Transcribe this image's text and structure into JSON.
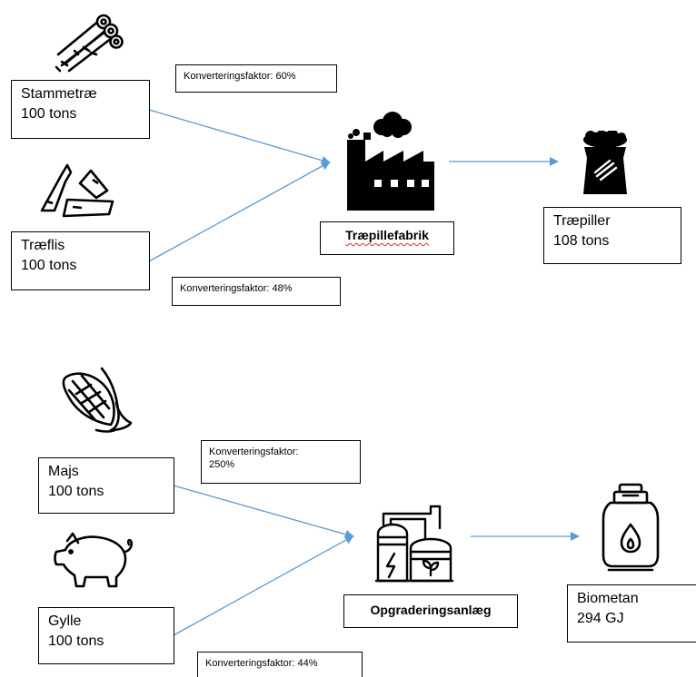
{
  "top": {
    "inputs": [
      {
        "name": "Stammetræ",
        "amount": "100 tons",
        "icon": "logs-icon"
      },
      {
        "name": "Træflis",
        "amount": "100 tons",
        "icon": "wood-chips-icon"
      }
    ],
    "factors": [
      "Konverteringsfaktor: 60%",
      "Konverteringsfaktor: 48%"
    ],
    "plant": {
      "label": "Træpillefabrik",
      "icon": "factory-icon"
    },
    "output": {
      "name": "Træpiller",
      "amount": "108 tons",
      "icon": "pellet-bag-icon"
    }
  },
  "bottom": {
    "inputs": [
      {
        "name": "Majs",
        "amount": "100 tons",
        "icon": "corn-icon"
      },
      {
        "name": "Gylle",
        "amount": "100 tons",
        "icon": "pig-icon"
      }
    ],
    "factors": [
      {
        "line1": "Konverteringsfaktor:",
        "line2": "250%"
      },
      {
        "line1": "Konverteringsfaktor: 44%",
        "line2": ""
      }
    ],
    "plant": {
      "label": "Opgraderingsanlæg",
      "icon": "biogas-plant-icon"
    },
    "output": {
      "name": "Biometan",
      "amount": "294 GJ",
      "icon": "gas-cylinder-icon"
    }
  },
  "colors": {
    "arrow": "#5b9bd5",
    "border": "#000000"
  }
}
